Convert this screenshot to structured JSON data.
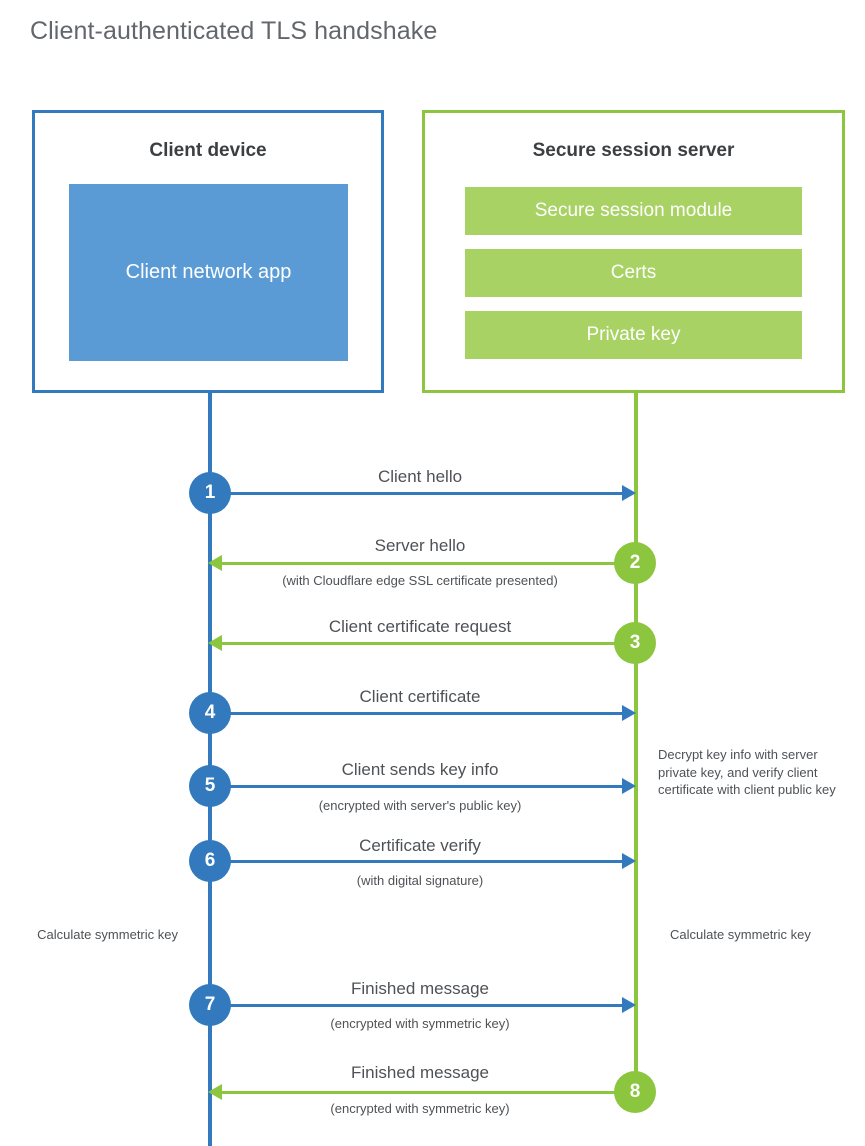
{
  "title": "Client-authenticated TLS handshake",
  "colors": {
    "client_blue": "#3279bd",
    "client_app_blue": "#5b9bd5",
    "server_green": "#8cc63f",
    "server_block_green": "#a9d264",
    "title_gray": "#63676b",
    "text_gray": "#4e5256",
    "heading_gray": "#3c3f42"
  },
  "actors": {
    "client": {
      "title": "Client device",
      "blocks": [
        {
          "label": "Client network app"
        }
      ]
    },
    "server": {
      "title": "Secure session server",
      "blocks": [
        {
          "label": "Secure session module"
        },
        {
          "label": "Certs"
        },
        {
          "label": "Private key"
        }
      ]
    }
  },
  "steps": [
    {
      "number": "1",
      "label": "Client hello",
      "sublabel": "",
      "direction": "client-to-server",
      "badge_side": "client"
    },
    {
      "number": "2",
      "label": "Server hello",
      "sublabel": "(with Cloudflare edge SSL certificate presented)",
      "direction": "server-to-client",
      "badge_side": "server"
    },
    {
      "number": "3",
      "label": "Client certificate request",
      "sublabel": "",
      "direction": "server-to-client",
      "badge_side": "server"
    },
    {
      "number": "4",
      "label": "Client certificate",
      "sublabel": "",
      "direction": "client-to-server",
      "badge_side": "client"
    },
    {
      "number": "5",
      "label": "Client sends key info",
      "sublabel": "(encrypted with server's public key)",
      "direction": "client-to-server",
      "badge_side": "client"
    },
    {
      "number": "6",
      "label": "Certificate verify",
      "sublabel": "(with digital signature)",
      "direction": "client-to-server",
      "badge_side": "client"
    },
    {
      "number": "7",
      "label": "Finished message",
      "sublabel": "(encrypted with symmetric key)",
      "direction": "client-to-server",
      "badge_side": "client"
    },
    {
      "number": "8",
      "label": "Finished message",
      "sublabel": "(encrypted with symmetric key)",
      "direction": "server-to-client",
      "badge_side": "server"
    }
  ],
  "notes": {
    "server_decrypt": "Decrypt key info with server private key, and verify client certificate with client public key",
    "client_calculate": "Calculate symmetric key",
    "server_calculate": "Calculate symmetric key"
  }
}
